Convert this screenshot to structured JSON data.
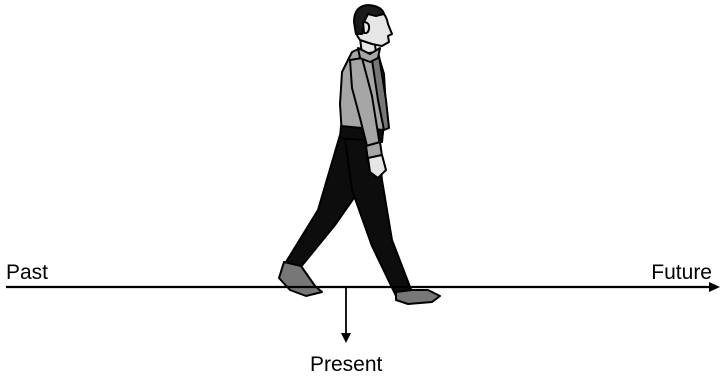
{
  "timeline": {
    "past_label": "Past",
    "future_label": "Future",
    "present_label": "Present"
  },
  "colors": {
    "line": "#000000",
    "shirt": "#a6a6a6",
    "skin": "#e6e6e6",
    "trousers": "#0d0d0d",
    "hair": "#1a1a1a",
    "shoe": "#777777"
  }
}
